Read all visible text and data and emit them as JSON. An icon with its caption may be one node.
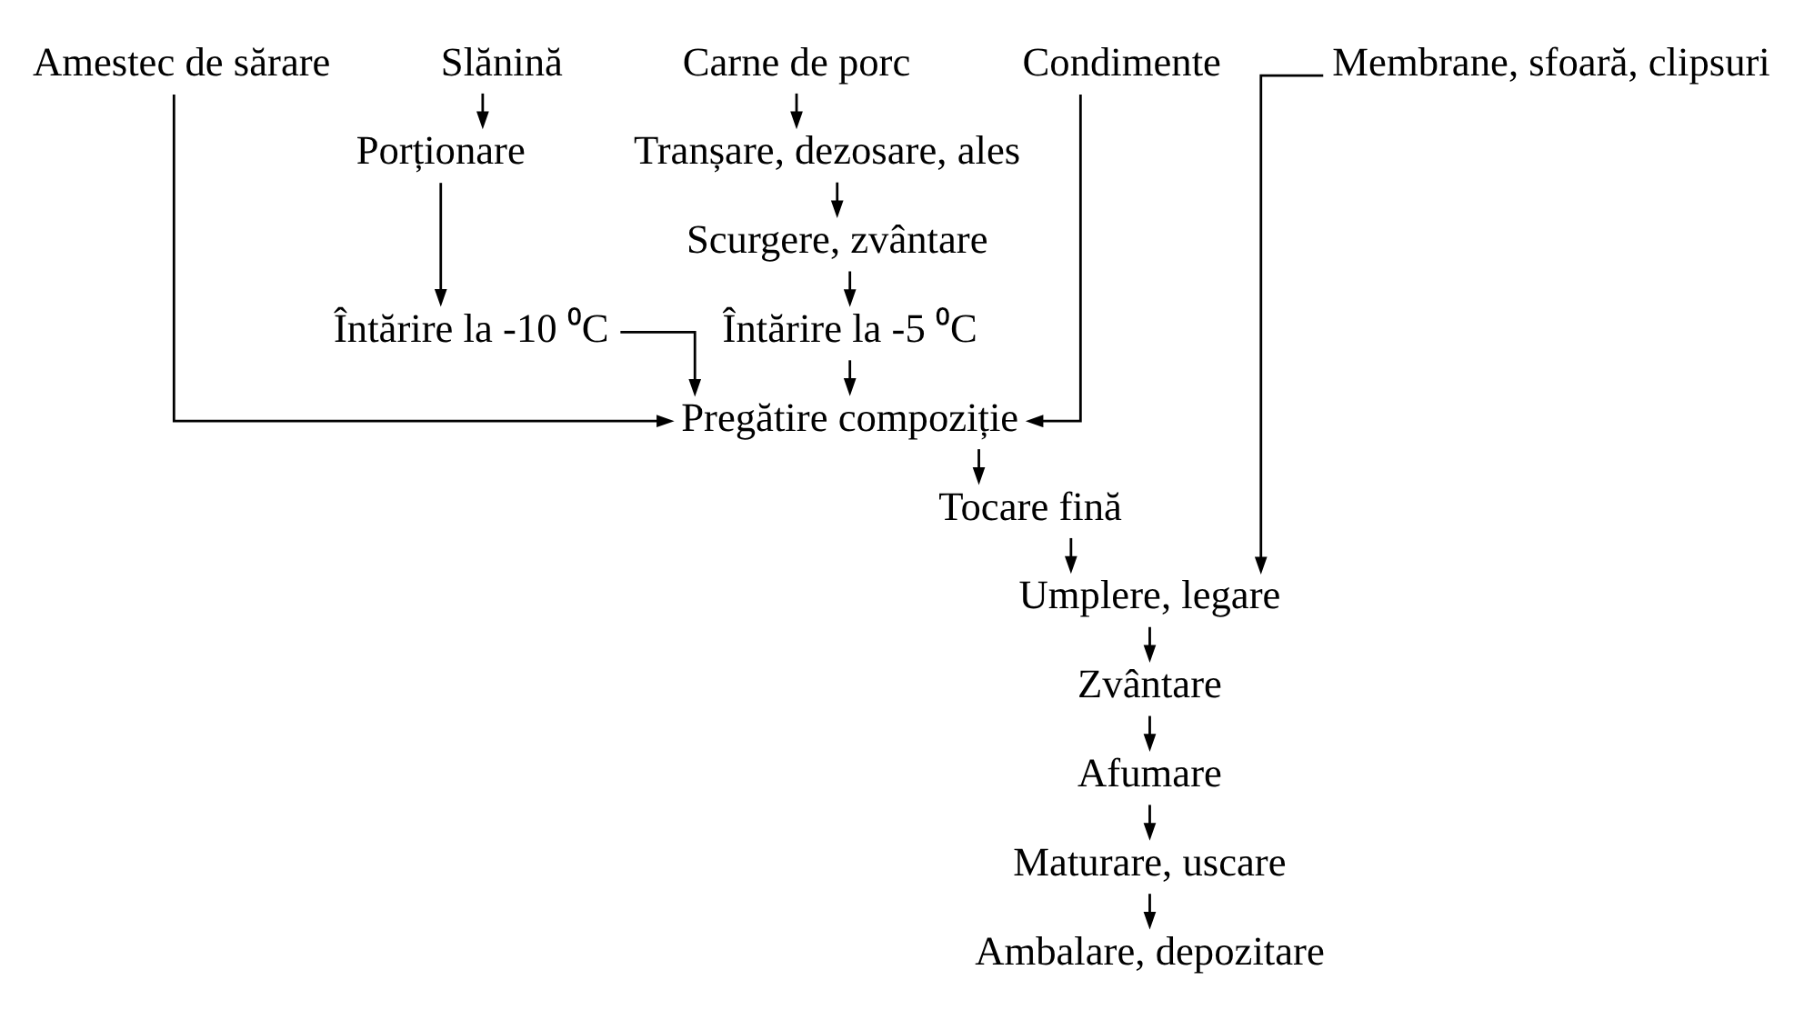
{
  "diagram": {
    "nodes": [
      {
        "text": [
          "Amestec de sărare"
        ]
      },
      {
        "text": [
          "Slănină"
        ]
      },
      {
        "text": [
          "Carne de porc"
        ]
      },
      {
        "text": [
          "Condimente"
        ]
      },
      {
        "text": [
          "Membrane, sfoară, clipsuri"
        ]
      },
      {
        "text": [
          "Porționare"
        ]
      },
      {
        "text": [
          "Tranșare, dezosare, ales"
        ]
      },
      {
        "text": [
          "Întărire la -10 ⁰C"
        ]
      },
      {
        "text": [
          "Scurgere, zvântare"
        ]
      },
      {
        "text": [
          "Întărire la -5 ⁰C"
        ]
      },
      {
        "text": [
          "Pregătire compoziție"
        ]
      },
      {
        "text": [
          "Tocare fină"
        ]
      },
      {
        "text": [
          "Umplere, legare"
        ]
      },
      {
        "text": [
          "Zvântare"
        ]
      },
      {
        "text": [
          "Afumare"
        ]
      },
      {
        "text": [
          "Maturare, uscare"
        ]
      },
      {
        "text": [
          "Ambalare, depozitare"
        ]
      }
    ],
    "edges": [
      {
        "from": 1,
        "to": 5,
        "arrow": "to"
      },
      {
        "from": 5,
        "to": 7,
        "arrow": "to"
      },
      {
        "from": 2,
        "to": 6,
        "arrow": "to"
      },
      {
        "from": 6,
        "to": 8,
        "arrow": "to"
      },
      {
        "from": 8,
        "to": 9,
        "arrow": "to"
      },
      {
        "from": 9,
        "to": 10,
        "arrow": "to"
      },
      {
        "from": 7,
        "to": 10,
        "arrow": "to"
      },
      {
        "from": 0,
        "to": 10,
        "arrow": "to"
      },
      {
        "from": 3,
        "to": 10,
        "arrow": "to"
      },
      {
        "from": 10,
        "to": 11,
        "arrow": "to"
      },
      {
        "from": 11,
        "to": 12,
        "arrow": "to"
      },
      {
        "from": 4,
        "to": 12,
        "arrow": "to"
      },
      {
        "from": 12,
        "to": 13,
        "arrow": "to"
      },
      {
        "from": 13,
        "to": 14,
        "arrow": "to"
      },
      {
        "from": 14,
        "to": 15,
        "arrow": "to"
      },
      {
        "from": 15,
        "to": 16,
        "arrow": "to"
      }
    ]
  }
}
